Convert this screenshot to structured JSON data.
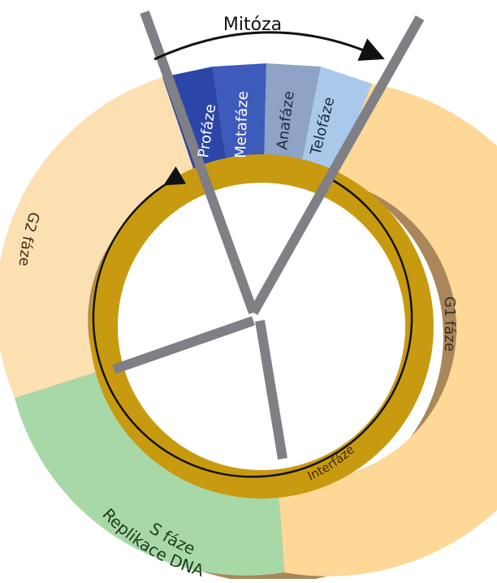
{
  "mitosis_label": "Mitóza",
  "phases": {
    "prophase": "Profáze",
    "metaphase": "Metafáze",
    "anaphase": "Anafáze",
    "telophase": "Telofáze",
    "g1_word1": "G1",
    "g1_word2": "fáze",
    "g2": "G2 fáze",
    "s_line1": "S fáze",
    "s_line2": "Replikace DNA",
    "interphase": "Interfáze"
  },
  "colors": {
    "g1": "#fdd896",
    "g2": "#fce0b2",
    "s": "#a8d8a8",
    "gold_ring": "#c89a10",
    "prophase": "#2c46a8",
    "metaphase": "#3d5bbb",
    "anaphase": "#8ea3c6",
    "telophase": "#a9c9ea",
    "gray_line": "#7f7f85"
  }
}
